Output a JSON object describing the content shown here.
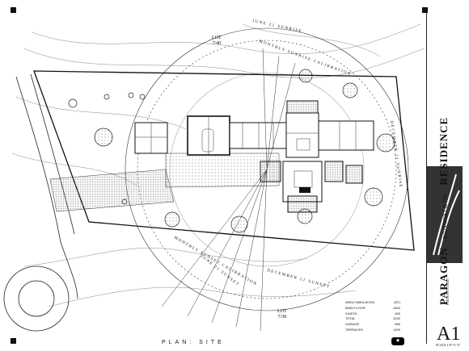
{
  "plan": {
    "caption": "PLAN: SITE",
    "lot_top": "LOT\n7/40",
    "lot_top_line1": "LOT",
    "lot_top_line2": "7/40",
    "lot_bottom_line1": "LOT",
    "lot_bottom_line2": "7/38",
    "arc_label_top": "MONTHLY SUNRISE CALIBRATION",
    "arc_label_june": "JUNE 21 SUNRISE",
    "arc_label_dec_rise": "DECEMBER 21 SUNRISE",
    "arc_label_bottom": "MONTHLY SUNSET CALIBRATION",
    "arc_label_dec_set": "DECEMBER 21 SUNSET",
    "arc_label_june_set": "JUNE 21 SUNSET"
  },
  "area_table": {
    "rows": [
      {
        "label": "AREA TABULATION",
        "value": "(SF)"
      },
      {
        "label": "MAIN FLOOR",
        "value": "2840"
      },
      {
        "label": "CASITA",
        "value": "400"
      },
      {
        "label": "TOTAL",
        "value": "3240"
      },
      {
        "label": "GARAGE",
        "value": "680"
      },
      {
        "label": "TERRACES",
        "value": "1200"
      }
    ]
  },
  "title_block": {
    "firm": "PARAGON",
    "firm_sub": "ROZEWSKI & CO.",
    "project": "RESIDENCE",
    "address": "PARAGON COURT",
    "sheet": "A1",
    "sheet_sub": "SCALE 1/8\"=1'-0\""
  },
  "colors": {
    "line": "#222222",
    "paper": "#ffffff",
    "hatch": "#555555"
  }
}
